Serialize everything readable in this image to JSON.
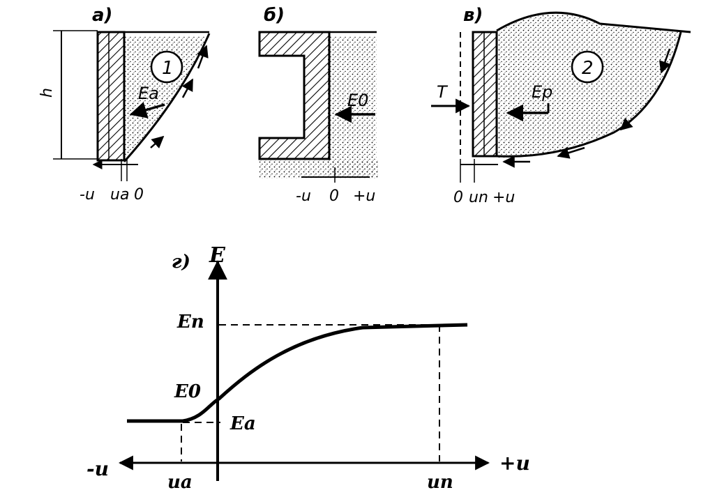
{
  "panels": {
    "a": {
      "letter": "а)",
      "dim_h": "h",
      "zone": "1",
      "force": "Ea",
      "axis": {
        "neg": "-u",
        "ua": "ua",
        "zero": "0"
      }
    },
    "b": {
      "letter": "б)",
      "force": "E0",
      "axis": {
        "neg": "-u",
        "zero": "0",
        "pos": "+u"
      }
    },
    "v": {
      "letter": "в)",
      "load": "T",
      "zone": "2",
      "force": "Ep",
      "axis": {
        "zero": "0",
        "un": "un",
        "pos": "+u"
      }
    }
  },
  "graph": {
    "letter": "г)",
    "y_axis": "E",
    "x_pos": "+u",
    "x_neg": "-u",
    "levels": {
      "En": "En",
      "E0": "E0",
      "Ea": "Ea"
    },
    "ticks": {
      "ua": "ua",
      "un": "un"
    }
  }
}
